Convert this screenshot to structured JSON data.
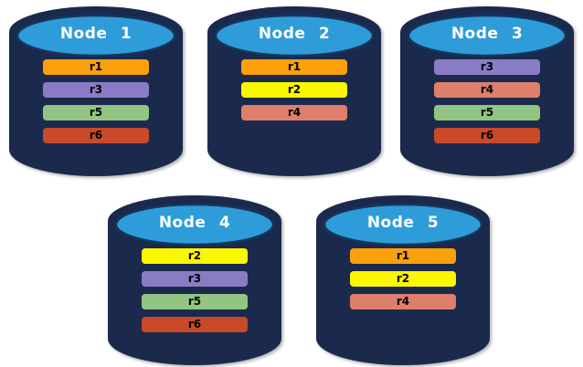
{
  "diagram": {
    "colors": {
      "cylinder_body": "#1B2A4C",
      "cylinder_top": "#2F9CDA",
      "cylinder_top_stroke": "#14365C",
      "node_label_text": "#FFFFFF",
      "record_text": "#000000",
      "background": "#FFFFFF"
    },
    "record_colors": {
      "r1": "#F9A00B",
      "r2": "#FAF700",
      "r3": "#8A7CC4",
      "r4": "#DE7F6B",
      "r5": "#92C581",
      "r6": "#C84A28"
    },
    "nodes": [
      {
        "label": "Node 1",
        "records": [
          "r1",
          "r3",
          "r5",
          "r6"
        ]
      },
      {
        "label": "Node 2",
        "records": [
          "r1",
          "r2",
          "r4"
        ]
      },
      {
        "label": "Node 3",
        "records": [
          "r3",
          "r4",
          "r5",
          "r6"
        ]
      },
      {
        "label": "Node 4",
        "records": [
          "r2",
          "r3",
          "r5",
          "r6"
        ]
      },
      {
        "label": "Node 5",
        "records": [
          "r1",
          "r2",
          "r4"
        ]
      }
    ]
  }
}
